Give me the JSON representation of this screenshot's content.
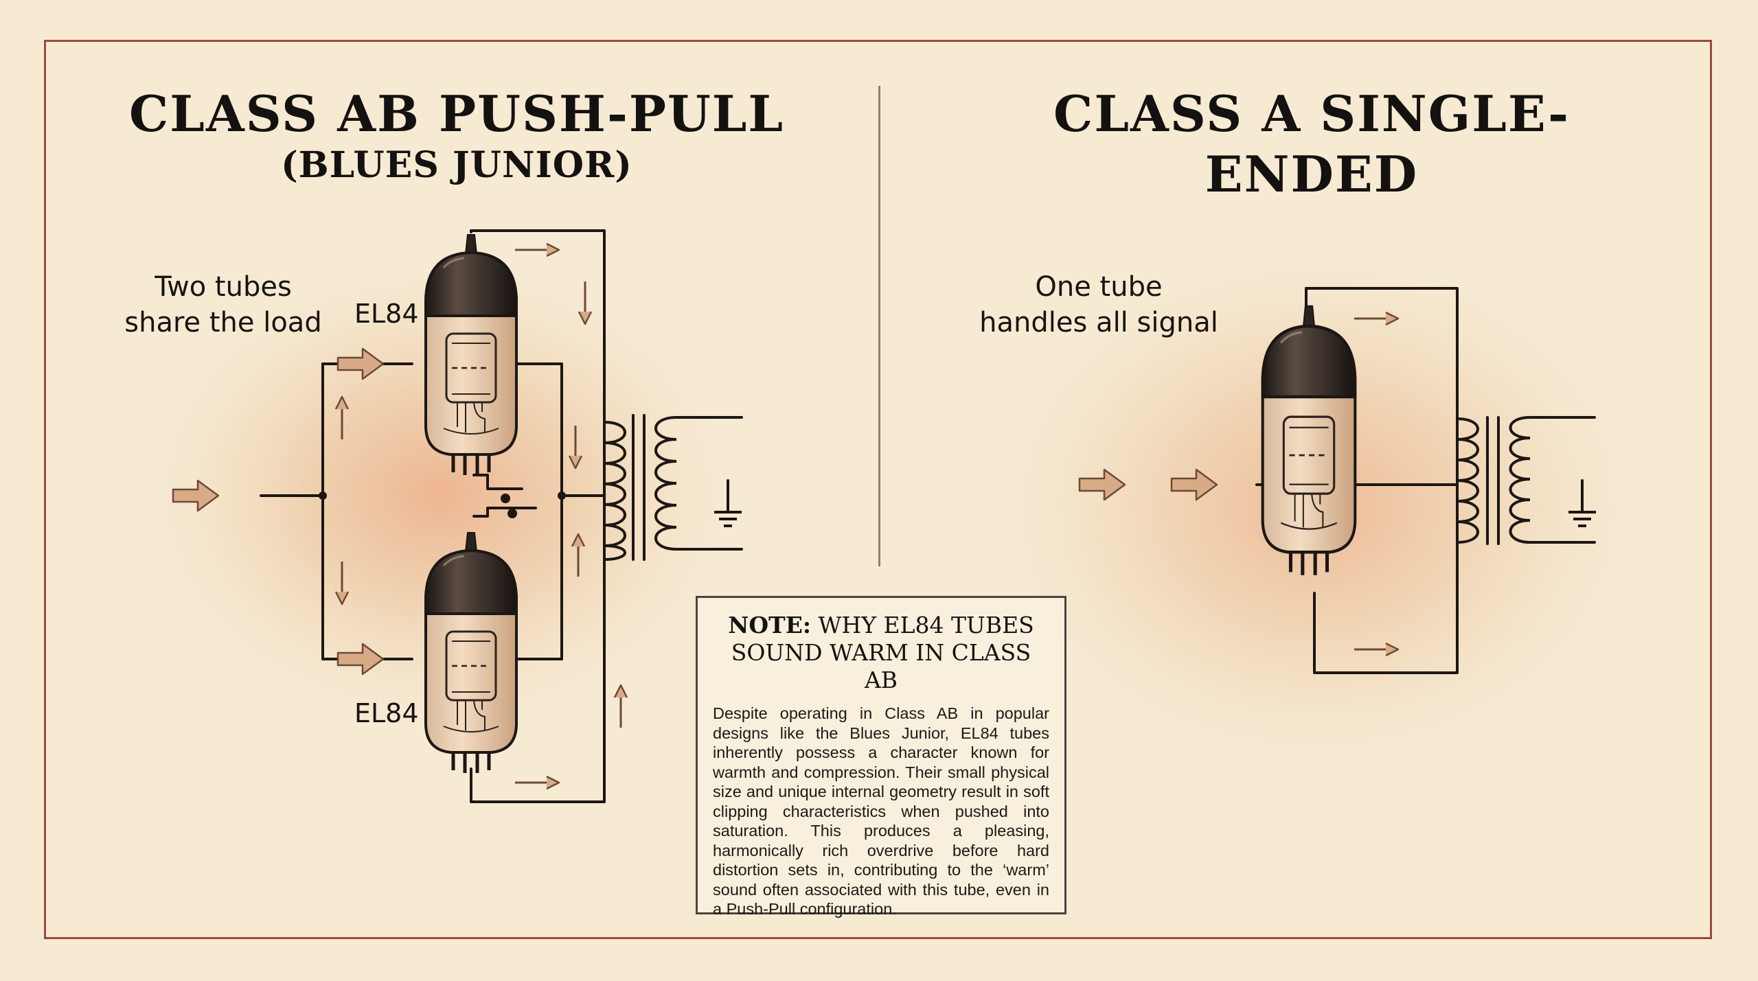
{
  "left_panel": {
    "title": "CLASS AB PUSH-PULL",
    "subtitle": "(BLUES JUNIOR)",
    "caption_line1": "Two tubes",
    "caption_line2": "share the load",
    "tube_top_label": "EL84",
    "tube_bottom_label": "EL84"
  },
  "right_panel": {
    "title": "CLASS A SINGLE-ENDED",
    "caption_line1": "One tube",
    "caption_line2": "handles all signal"
  },
  "note": {
    "heading_bold": "NOTE:",
    "heading_rest_line1": " WHY EL84 TUBES",
    "heading_line2": "SOUND WARM IN CLASS AB",
    "body": "Despite operating in Class AB in popular designs like the Blues Junior, EL84 tubes inherently possess a character known for warmth and compression. Their small physical size and unique internal geometry result in soft clipping characteristics when pushed into saturation. This produces a pleasing, harmonically rich overdrive before hard distortion sets in, contributing to the ‘warm’ sound often associated with this tube, even in a Push-Pull configuration."
  },
  "colors": {
    "paper": "#f6ead3",
    "frame": "#a0473c",
    "ink": "#171411",
    "arrow_fill": "#d9aa86",
    "glow": "#eaa77e"
  },
  "icons": [
    "vacuum-tube-icon",
    "output-transformer-icon",
    "ground-icon",
    "signal-arrow-icon"
  ]
}
